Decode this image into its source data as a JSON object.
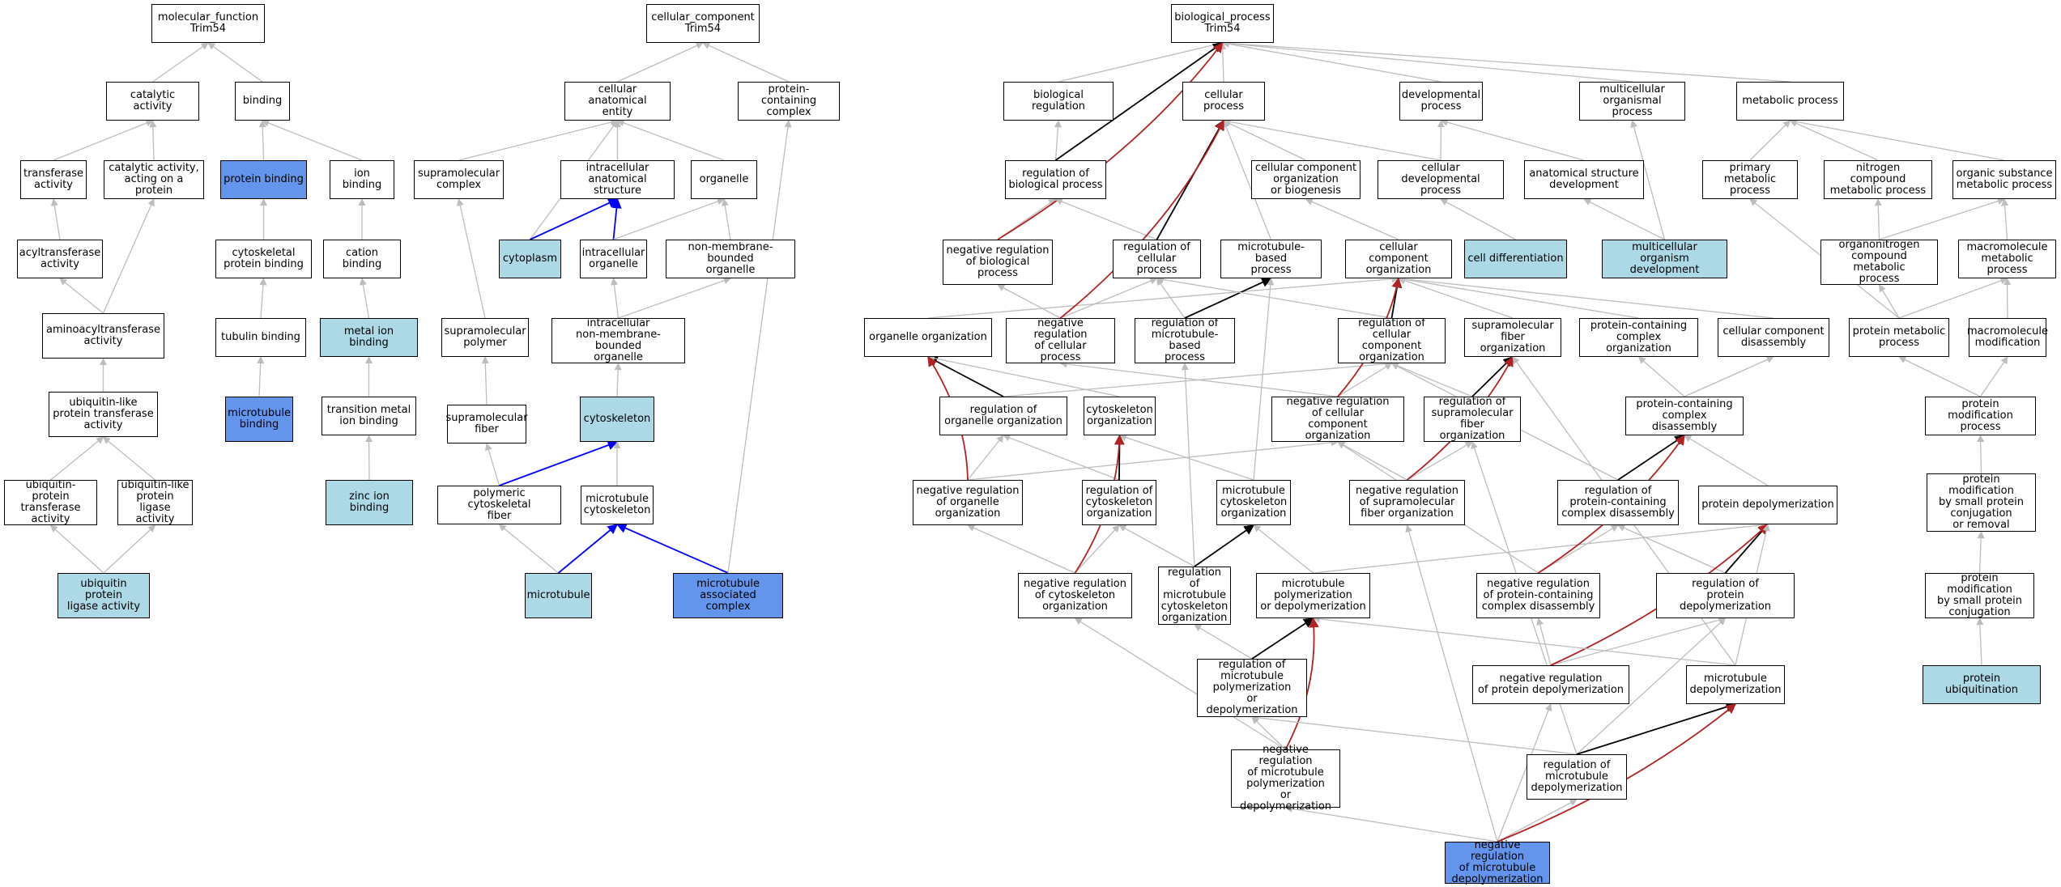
{
  "palette": {
    "node_default": "#ffffff",
    "node_highlight_light": "#add8e6",
    "node_highlight_blue": "#6495ed",
    "edge_is_a": "#bdbdbd",
    "edge_part_of": "#0000ff",
    "edge_regulates": "#000000",
    "edge_negatively_regulates": "#b22222"
  },
  "nodes": {
    "mf_root": {
      "label": "molecular_function\nTrim54"
    },
    "catalytic": {
      "label": "catalytic activity"
    },
    "binding": {
      "label": "binding"
    },
    "transferase": {
      "label": "transferase\nactivity"
    },
    "cat_protein": {
      "label": "catalytic activity,\nacting on a\nprotein"
    },
    "protein_binding": {
      "label": "protein binding",
      "style": "blue"
    },
    "ion_binding": {
      "label": "ion binding"
    },
    "acyltransferase": {
      "label": "acyltransferase\nactivity"
    },
    "cyto_prot_binding": {
      "label": "cytoskeletal\nprotein binding"
    },
    "cation_binding": {
      "label": "cation binding"
    },
    "aminoacyl": {
      "label": "aminoacyltransferase\nactivity"
    },
    "tubulin_binding": {
      "label": "tubulin binding"
    },
    "metal_ion": {
      "label": "metal ion binding",
      "style": "light"
    },
    "ubl_transferase": {
      "label": "ubiquitin-like\nprotein transferase\nactivity"
    },
    "mt_binding": {
      "label": "microtubule\nbinding",
      "style": "blue"
    },
    "trans_metal": {
      "label": "transition metal\nion binding"
    },
    "ub_transferase": {
      "label": "ubiquitin-protein\ntransferase\nactivity"
    },
    "ubl_ligase": {
      "label": "ubiquitin-like\nprotein ligase\nactivity"
    },
    "zinc": {
      "label": "zinc ion binding",
      "style": "light"
    },
    "ub_ligase": {
      "label": "ubiquitin protein\nligase activity",
      "style": "light"
    },
    "cc_root": {
      "label": "cellular_component\nTrim54"
    },
    "anat_entity": {
      "label": "cellular anatomical\nentity"
    },
    "prot_complex": {
      "label": "protein-containing\ncomplex"
    },
    "supramol_complex": {
      "label": "supramolecular\ncomplex"
    },
    "ic_anat": {
      "label": "intracellular\nanatomical structure"
    },
    "organelle": {
      "label": "organelle"
    },
    "cytoplasm": {
      "label": "cytoplasm",
      "style": "light"
    },
    "ic_organelle": {
      "label": "intracellular\norganelle"
    },
    "nmb_organelle": {
      "label": "non-membrane-bounded\norganelle"
    },
    "supramol_polymer": {
      "label": "supramolecular\npolymer"
    },
    "ic_nmb_organelle": {
      "label": "intracellular\nnon-membrane-bounded\norganelle"
    },
    "supramol_fiber": {
      "label": "supramolecular\nfiber"
    },
    "cytoskeleton": {
      "label": "cytoskeleton",
      "style": "light"
    },
    "poly_cyto_fiber": {
      "label": "polymeric cytoskeletal\nfiber"
    },
    "mt_cytoskeleton": {
      "label": "microtubule\ncytoskeleton"
    },
    "microtubule": {
      "label": "microtubule",
      "style": "light"
    },
    "mt_assoc_complex": {
      "label": "microtubule\nassociated complex",
      "style": "blue"
    },
    "bp_root": {
      "label": "biological_process\nTrim54"
    },
    "bio_reg": {
      "label": "biological regulation"
    },
    "cell_proc": {
      "label": "cellular process"
    },
    "dev_proc": {
      "label": "developmental\nprocess"
    },
    "multicell_proc": {
      "label": "multicellular\norganismal process"
    },
    "metabolic": {
      "label": "metabolic process"
    },
    "reg_bio_proc": {
      "label": "regulation of\nbiological process"
    },
    "cc_org_biogen": {
      "label": "cellular component\norganization\nor biogenesis"
    },
    "cell_dev_proc": {
      "label": "cellular developmental\nprocess"
    },
    "anat_dev": {
      "label": "anatomical structure\ndevelopment"
    },
    "primary_met": {
      "label": "primary metabolic\nprocess"
    },
    "nitrogen_met": {
      "label": "nitrogen compound\nmetabolic process"
    },
    "org_sub_met": {
      "label": "organic substance\nmetabolic process"
    },
    "neg_reg_bio": {
      "label": "negative regulation\nof biological\nprocess"
    },
    "reg_cell_proc": {
      "label": "regulation of\ncellular process"
    },
    "mt_based_proc": {
      "label": "microtubule-based\nprocess"
    },
    "cc_org": {
      "label": "cellular component\norganization"
    },
    "cell_diff": {
      "label": "cell differentiation",
      "style": "light"
    },
    "multicell_dev": {
      "label": "multicellular\norganism development",
      "style": "light"
    },
    "organonitrogen": {
      "label": "organonitrogen\ncompound metabolic\nprocess"
    },
    "macromol_met": {
      "label": "macromolecule\nmetabolic process"
    },
    "organelle_org": {
      "label": "organelle organization"
    },
    "neg_reg_cell_proc": {
      "label": "negative regulation\nof cellular\nprocess"
    },
    "reg_mt_based": {
      "label": "regulation of\nmicrotubule-based\nprocess"
    },
    "reg_cc_org": {
      "label": "regulation of\ncellular component\norganization"
    },
    "supramol_fiber_org": {
      "label": "supramolecular\nfiber organization"
    },
    "prot_complex_org": {
      "label": "protein-containing\ncomplex organization"
    },
    "cc_disassembly": {
      "label": "cellular component\ndisassembly"
    },
    "protein_met": {
      "label": "protein metabolic\nprocess"
    },
    "macromol_mod": {
      "label": "macromolecule\nmodification"
    },
    "reg_organelle_org": {
      "label": "regulation of\norganelle organization"
    },
    "cytoskel_org": {
      "label": "cytoskeleton\norganization"
    },
    "neg_reg_cc_org": {
      "label": "negative regulation\nof cellular\ncomponent organization"
    },
    "reg_supramol_fiber": {
      "label": "regulation of\nsupramolecular\nfiber organization"
    },
    "prot_complex_disasm": {
      "label": "protein-containing\ncomplex disassembly"
    },
    "prot_mod_proc": {
      "label": "protein modification\nprocess"
    },
    "neg_reg_organelle": {
      "label": "negative regulation\nof organelle\norganization"
    },
    "reg_cytoskel_org": {
      "label": "regulation of\ncytoskeleton\norganization"
    },
    "mt_cytoskel_org": {
      "label": "microtubule\ncytoskeleton\norganization"
    },
    "neg_reg_supramol": {
      "label": "negative regulation\nof supramolecular\nfiber organization"
    },
    "reg_prot_complex_dis": {
      "label": "regulation of\nprotein-containing\ncomplex disassembly"
    },
    "prot_depoly": {
      "label": "protein depolymerization"
    },
    "prot_mod_small": {
      "label": "protein modification\nby small protein\nconjugation\nor removal"
    },
    "neg_reg_cytoskel": {
      "label": "negative regulation\nof cytoskeleton\norganization"
    },
    "reg_mt_cytoskel": {
      "label": "regulation of\nmicrotubule\ncytoskeleton\norganization"
    },
    "mt_poly_depoly": {
      "label": "microtubule\npolymerization\nor depolymerization"
    },
    "neg_reg_prot_complex": {
      "label": "negative regulation\nof protein-containing\ncomplex disassembly"
    },
    "reg_prot_depoly": {
      "label": "regulation of\nprotein depolymerization"
    },
    "prot_mod_conj": {
      "label": "protein modification\nby small protein\nconjugation"
    },
    "reg_mt_poly": {
      "label": "regulation of\nmicrotubule\npolymerization\nor depolymerization"
    },
    "neg_reg_prot_depoly": {
      "label": "negative regulation\nof protein depolymerization"
    },
    "mt_depoly": {
      "label": "microtubule\ndepolymerization"
    },
    "prot_ubiq": {
      "label": "protein ubiquitination",
      "style": "light"
    },
    "neg_reg_mt_poly": {
      "label": "negative regulation\nof microtubule\npolymerization\nor depolymerization"
    },
    "reg_mt_depoly": {
      "label": "regulation of\nmicrotubule\ndepolymerization"
    },
    "neg_reg_mt_depoly": {
      "label": "negative regulation\nof microtubule\ndepolymerization",
      "style": "blue"
    }
  },
  "edges": [
    [
      "catalytic",
      "mf_root",
      "is_a"
    ],
    [
      "binding",
      "mf_root",
      "is_a"
    ],
    [
      "transferase",
      "catalytic",
      "is_a"
    ],
    [
      "cat_protein",
      "catalytic",
      "is_a"
    ],
    [
      "protein_binding",
      "binding",
      "is_a"
    ],
    [
      "ion_binding",
      "binding",
      "is_a"
    ],
    [
      "acyltransferase",
      "transferase",
      "is_a"
    ],
    [
      "cyto_prot_binding",
      "protein_binding",
      "is_a"
    ],
    [
      "cation_binding",
      "ion_binding",
      "is_a"
    ],
    [
      "aminoacyl",
      "acyltransferase",
      "is_a"
    ],
    [
      "aminoacyl",
      "cat_protein",
      "is_a"
    ],
    [
      "tubulin_binding",
      "cyto_prot_binding",
      "is_a"
    ],
    [
      "metal_ion",
      "cation_binding",
      "is_a"
    ],
    [
      "ubl_transferase",
      "aminoacyl",
      "is_a"
    ],
    [
      "mt_binding",
      "tubulin_binding",
      "is_a"
    ],
    [
      "trans_metal",
      "metal_ion",
      "is_a"
    ],
    [
      "ub_transferase",
      "ubl_transferase",
      "is_a"
    ],
    [
      "ubl_ligase",
      "ubl_transferase",
      "is_a"
    ],
    [
      "zinc",
      "trans_metal",
      "is_a"
    ],
    [
      "ub_ligase",
      "ub_transferase",
      "is_a"
    ],
    [
      "ub_ligase",
      "ubl_ligase",
      "is_a"
    ],
    [
      "anat_entity",
      "cc_root",
      "is_a"
    ],
    [
      "prot_complex",
      "cc_root",
      "is_a"
    ],
    [
      "supramol_complex",
      "anat_entity",
      "is_a"
    ],
    [
      "ic_anat",
      "anat_entity",
      "is_a"
    ],
    [
      "organelle",
      "anat_entity",
      "is_a"
    ],
    [
      "cytoplasm",
      "anat_entity",
      "is_a"
    ],
    [
      "cytoplasm",
      "ic_anat",
      "part_of"
    ],
    [
      "ic_organelle",
      "ic_anat",
      "part_of"
    ],
    [
      "ic_organelle",
      "organelle",
      "is_a"
    ],
    [
      "nmb_organelle",
      "organelle",
      "is_a"
    ],
    [
      "supramol_polymer",
      "supramol_complex",
      "is_a"
    ],
    [
      "ic_nmb_organelle",
      "nmb_organelle",
      "is_a"
    ],
    [
      "ic_nmb_organelle",
      "ic_organelle",
      "is_a"
    ],
    [
      "supramol_fiber",
      "supramol_polymer",
      "is_a"
    ],
    [
      "cytoskeleton",
      "ic_nmb_organelle",
      "is_a"
    ],
    [
      "poly_cyto_fiber",
      "supramol_fiber",
      "is_a"
    ],
    [
      "poly_cyto_fiber",
      "cytoskeleton",
      "part_of"
    ],
    [
      "mt_cytoskeleton",
      "cytoskeleton",
      "is_a"
    ],
    [
      "microtubule",
      "poly_cyto_fiber",
      "is_a"
    ],
    [
      "microtubule",
      "mt_cytoskeleton",
      "part_of"
    ],
    [
      "mt_assoc_complex",
      "mt_cytoskeleton",
      "part_of"
    ],
    [
      "mt_assoc_complex",
      "prot_complex",
      "is_a"
    ],
    [
      "bio_reg",
      "bp_root",
      "is_a"
    ],
    [
      "cell_proc",
      "bp_root",
      "is_a"
    ],
    [
      "dev_proc",
      "bp_root",
      "is_a"
    ],
    [
      "multicell_proc",
      "bp_root",
      "is_a"
    ],
    [
      "metabolic",
      "bp_root",
      "is_a"
    ],
    [
      "reg_bio_proc",
      "bio_reg",
      "is_a"
    ],
    [
      "reg_bio_proc",
      "bp_root",
      "regulates"
    ],
    [
      "cc_org_biogen",
      "cell_proc",
      "is_a"
    ],
    [
      "cell_dev_proc",
      "cell_proc",
      "is_a"
    ],
    [
      "cell_dev_proc",
      "dev_proc",
      "is_a"
    ],
    [
      "anat_dev",
      "dev_proc",
      "is_a"
    ],
    [
      "primary_met",
      "metabolic",
      "is_a"
    ],
    [
      "nitrogen_met",
      "metabolic",
      "is_a"
    ],
    [
      "org_sub_met",
      "metabolic",
      "is_a"
    ],
    [
      "neg_reg_bio",
      "reg_bio_proc",
      "is_a"
    ],
    [
      "neg_reg_bio",
      "bp_root",
      "neg_reg"
    ],
    [
      "reg_cell_proc",
      "reg_bio_proc",
      "is_a"
    ],
    [
      "reg_cell_proc",
      "cell_proc",
      "regulates"
    ],
    [
      "mt_based_proc",
      "cell_proc",
      "is_a"
    ],
    [
      "cc_org",
      "cc_org_biogen",
      "is_a"
    ],
    [
      "cell_diff",
      "cell_dev_proc",
      "is_a"
    ],
    [
      "multicell_dev",
      "anat_dev",
      "is_a"
    ],
    [
      "multicell_dev",
      "multicell_proc",
      "is_a"
    ],
    [
      "organonitrogen",
      "nitrogen_met",
      "is_a"
    ],
    [
      "organonitrogen",
      "org_sub_met",
      "is_a"
    ],
    [
      "macromol_met",
      "org_sub_met",
      "is_a"
    ],
    [
      "organelle_org",
      "cc_org",
      "is_a"
    ],
    [
      "neg_reg_cell_proc",
      "neg_reg_bio",
      "is_a"
    ],
    [
      "neg_reg_cell_proc",
      "reg_cell_proc",
      "is_a"
    ],
    [
      "neg_reg_cell_proc",
      "cell_proc",
      "neg_reg"
    ],
    [
      "reg_mt_based",
      "reg_cell_proc",
      "is_a"
    ],
    [
      "reg_mt_based",
      "mt_based_proc",
      "regulates"
    ],
    [
      "reg_cc_org",
      "reg_cell_proc",
      "is_a"
    ],
    [
      "reg_cc_org",
      "cc_org",
      "regulates"
    ],
    [
      "supramol_fiber_org",
      "cc_org",
      "is_a"
    ],
    [
      "prot_complex_org",
      "cc_org",
      "is_a"
    ],
    [
      "cc_disassembly",
      "cc_org",
      "is_a"
    ],
    [
      "protein_met",
      "primary_met",
      "is_a"
    ],
    [
      "protein_met",
      "organonitrogen",
      "is_a"
    ],
    [
      "protein_met",
      "macromol_met",
      "is_a"
    ],
    [
      "macromol_mod",
      "macromol_met",
      "is_a"
    ],
    [
      "reg_organelle_org",
      "reg_cc_org",
      "is_a"
    ],
    [
      "reg_organelle_org",
      "organelle_org",
      "regulates"
    ],
    [
      "cytoskel_org",
      "organelle_org",
      "is_a"
    ],
    [
      "neg_reg_cc_org",
      "neg_reg_cell_proc",
      "is_a"
    ],
    [
      "neg_reg_cc_org",
      "reg_cc_org",
      "is_a"
    ],
    [
      "neg_reg_cc_org",
      "cc_org",
      "neg_reg"
    ],
    [
      "reg_supramol_fiber",
      "reg_cc_org",
      "is_a"
    ],
    [
      "reg_supramol_fiber",
      "supramol_fiber_org",
      "regulates"
    ],
    [
      "prot_complex_disasm",
      "prot_complex_org",
      "is_a"
    ],
    [
      "prot_complex_disasm",
      "cc_disassembly",
      "is_a"
    ],
    [
      "prot_mod_proc",
      "protein_met",
      "is_a"
    ],
    [
      "prot_mod_proc",
      "macromol_mod",
      "is_a"
    ],
    [
      "neg_reg_organelle",
      "reg_organelle_org",
      "is_a"
    ],
    [
      "neg_reg_organelle",
      "neg_reg_cc_org",
      "is_a"
    ],
    [
      "neg_reg_organelle",
      "organelle_org",
      "neg_reg"
    ],
    [
      "reg_cytoskel_org",
      "reg_organelle_org",
      "is_a"
    ],
    [
      "reg_cytoskel_org",
      "cytoskel_org",
      "regulates"
    ],
    [
      "mt_cytoskel_org",
      "cytoskel_org",
      "is_a"
    ],
    [
      "mt_cytoskel_org",
      "mt_based_proc",
      "is_a"
    ],
    [
      "neg_reg_supramol",
      "neg_reg_cc_org",
      "is_a"
    ],
    [
      "neg_reg_supramol",
      "reg_supramol_fiber",
      "is_a"
    ],
    [
      "neg_reg_supramol",
      "supramol_fiber_org",
      "neg_reg"
    ],
    [
      "reg_prot_complex_dis",
      "reg_cc_org",
      "is_a"
    ],
    [
      "reg_prot_complex_dis",
      "prot_complex_disasm",
      "regulates"
    ],
    [
      "prot_depoly",
      "prot_complex_disasm",
      "is_a"
    ],
    [
      "prot_mod_small",
      "prot_mod_proc",
      "is_a"
    ],
    [
      "neg_reg_cytoskel",
      "neg_reg_organelle",
      "is_a"
    ],
    [
      "neg_reg_cytoskel",
      "reg_cytoskel_org",
      "is_a"
    ],
    [
      "neg_reg_cytoskel",
      "cytoskel_org",
      "neg_reg"
    ],
    [
      "reg_mt_cytoskel",
      "reg_cytoskel_org",
      "is_a"
    ],
    [
      "reg_mt_cytoskel",
      "reg_mt_based",
      "is_a"
    ],
    [
      "reg_mt_cytoskel",
      "mt_cytoskel_org",
      "regulates"
    ],
    [
      "mt_poly_depoly",
      "mt_cytoskel_org",
      "is_a"
    ],
    [
      "mt_poly_depoly",
      "prot_depoly",
      "is_a"
    ],
    [
      "neg_reg_prot_complex",
      "neg_reg_cc_org",
      "is_a"
    ],
    [
      "neg_reg_prot_complex",
      "reg_prot_complex_dis",
      "is_a"
    ],
    [
      "neg_reg_prot_complex",
      "prot_complex_disasm",
      "neg_reg"
    ],
    [
      "reg_prot_depoly",
      "reg_prot_complex_dis",
      "is_a"
    ],
    [
      "reg_prot_depoly",
      "prot_depoly",
      "regulates"
    ],
    [
      "prot_mod_conj",
      "prot_mod_small",
      "is_a"
    ],
    [
      "neg_reg_cytoskel",
      "neg_reg_cytoskel",
      "none"
    ],
    [
      "reg_mt_poly",
      "reg_mt_cytoskel",
      "is_a"
    ],
    [
      "reg_mt_poly",
      "mt_poly_depoly",
      "regulates"
    ],
    [
      "neg_reg_prot_depoly",
      "neg_reg_prot_complex",
      "is_a"
    ],
    [
      "neg_reg_prot_depoly",
      "reg_prot_depoly",
      "is_a"
    ],
    [
      "neg_reg_prot_depoly",
      "prot_depoly",
      "neg_reg"
    ],
    [
      "mt_depoly",
      "mt_poly_depoly",
      "is_a"
    ],
    [
      "mt_depoly",
      "prot_depoly",
      "is_a"
    ],
    [
      "mt_depoly",
      "supramol_fiber_org",
      "is_a"
    ],
    [
      "prot_ubiq",
      "prot_mod_conj",
      "is_a"
    ],
    [
      "neg_reg_mt_poly",
      "neg_reg_cytoskel",
      "is_a"
    ],
    [
      "neg_reg_mt_poly",
      "reg_mt_poly",
      "is_a"
    ],
    [
      "neg_reg_mt_poly",
      "mt_poly_depoly",
      "neg_reg"
    ],
    [
      "reg_mt_depoly",
      "reg_mt_poly",
      "is_a"
    ],
    [
      "reg_mt_depoly",
      "reg_prot_depoly",
      "is_a"
    ],
    [
      "reg_mt_depoly",
      "reg_supramol_fiber",
      "is_a"
    ],
    [
      "reg_mt_depoly",
      "mt_depoly",
      "regulates"
    ],
    [
      "neg_reg_mt_depoly",
      "neg_reg_mt_poly",
      "is_a"
    ],
    [
      "neg_reg_mt_depoly",
      "reg_mt_depoly",
      "is_a"
    ],
    [
      "neg_reg_mt_depoly",
      "neg_reg_prot_depoly",
      "is_a"
    ],
    [
      "neg_reg_mt_depoly",
      "neg_reg_supramol",
      "is_a"
    ],
    [
      "neg_reg_mt_depoly",
      "mt_depoly",
      "neg_reg"
    ]
  ]
}
